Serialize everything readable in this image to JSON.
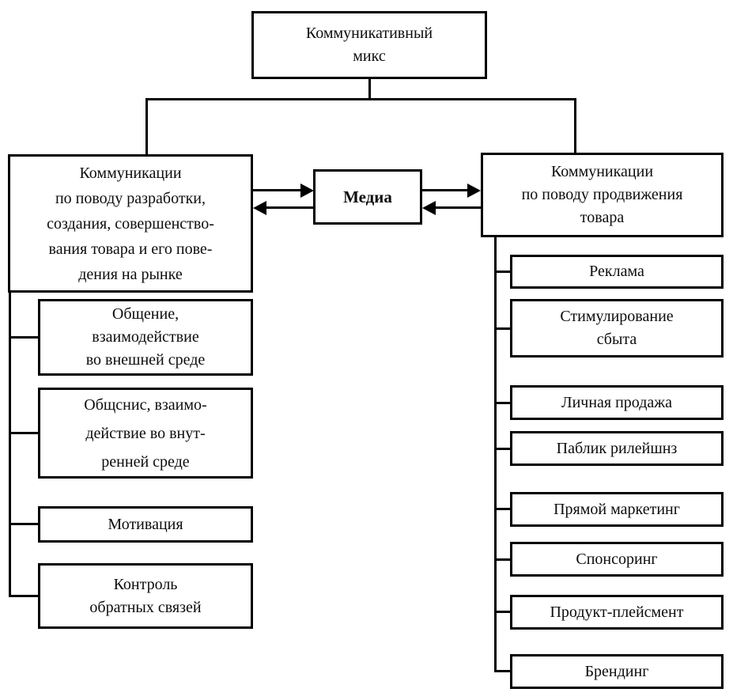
{
  "diagram": {
    "root": "Коммуникативный\nмикс",
    "media": "Медиа",
    "left": {
      "title": "Коммуникации\nпо поводу разработки,\nсоздания, совершенство-\nвания товара и его пове-\nдения на рынке",
      "items": [
        "Общение,\nвзаимодействие\nво внешней среде",
        "Общснис, взаимо-\nдействие во внут-\nренней среде",
        "Мотивация",
        "Контроль\nобратных связей"
      ]
    },
    "right": {
      "title": "Коммуникации\nпо поводу продвижения\nтовара",
      "items": [
        "Реклама",
        "Стимулирование\nсбыта",
        "Личная продажа",
        "Паблик рилейшнз",
        "Прямой маркетинг",
        "Спонсоринг",
        "Продукт-плейсмент",
        "Брендинг"
      ]
    },
    "colors": {
      "line": "#000000",
      "background": "#ffffff"
    }
  }
}
